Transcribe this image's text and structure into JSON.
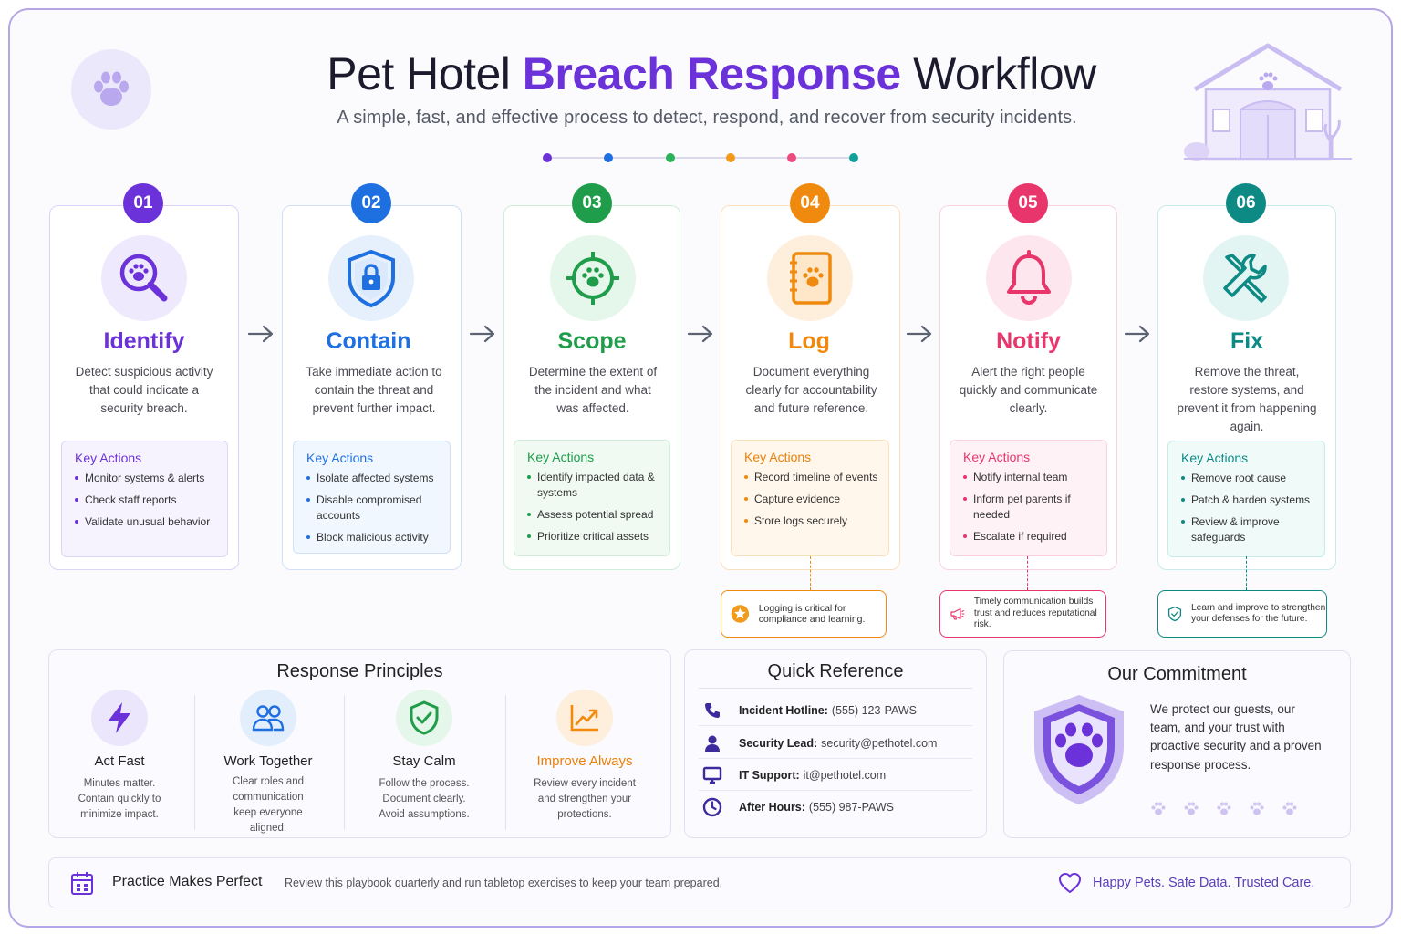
{
  "header": {
    "title_part1": "Pet Hotel ",
    "title_accent": "Breach Response",
    "title_part2": " Workflow",
    "subtitle": "A simple, fast, and effective process to detect, respond, and recover from security incidents."
  },
  "colors": {
    "purple": "#6b32d9",
    "blue": "#1e6fe0",
    "green": "#1f9d4a",
    "orange": "#f08a0f",
    "pink": "#e8356b",
    "teal": "#0e8a84"
  },
  "steps": [
    {
      "num": "01",
      "title": "Identify",
      "icon": "magnifier-paw-icon",
      "desc": "Detect suspicious activity that could indicate a security breach.",
      "actions_title": "Key Actions",
      "actions": [
        "Monitor systems & alerts",
        "Check staff reports",
        "Validate unusual behavior"
      ]
    },
    {
      "num": "02",
      "title": "Contain",
      "icon": "shield-lock-icon",
      "desc": "Take immediate action to contain the threat and prevent further impact.",
      "actions_title": "Key Actions",
      "actions": [
        "Isolate affected systems",
        "Disable compromised accounts",
        "Block malicious activity"
      ]
    },
    {
      "num": "03",
      "title": "Scope",
      "icon": "crosshair-paw-icon",
      "desc": "Determine the extent of the incident and what was affected.",
      "actions_title": "Key Actions",
      "actions": [
        "Identify impacted data & systems",
        "Assess potential spread",
        "Prioritize critical assets"
      ]
    },
    {
      "num": "04",
      "title": "Log",
      "icon": "notebook-paw-icon",
      "desc": "Document everything clearly for accountability and future reference.",
      "actions_title": "Key Actions",
      "actions": [
        "Record timeline of events",
        "Capture evidence",
        "Store logs securely"
      ]
    },
    {
      "num": "05",
      "title": "Notify",
      "icon": "bell-icon",
      "desc": "Alert the right people quickly and communicate clearly.",
      "actions_title": "Key Actions",
      "actions": [
        "Notify internal team",
        "Inform pet parents if needed",
        "Escalate if required"
      ]
    },
    {
      "num": "06",
      "title": "Fix",
      "icon": "tools-icon",
      "desc": "Remove the threat, restore systems, and prevent it from happening again.",
      "actions_title": "Key Actions",
      "actions": [
        "Remove root cause",
        "Patch & harden systems",
        "Review & improve safeguards"
      ]
    }
  ],
  "notes": {
    "log": "Logging is critical for compliance and learning.",
    "notify": "Timely communication builds trust and reduces reputational risk.",
    "fix": "Learn and improve to strengthen your defenses for the future."
  },
  "principles": {
    "title": "Response Principles",
    "items": [
      {
        "title": "Act Fast",
        "icon": "lightning-icon",
        "desc": "Minutes matter. Contain quickly to minimize impact."
      },
      {
        "title": "Work Together",
        "icon": "team-icon",
        "desc": "Clear roles and communication keep everyone aligned."
      },
      {
        "title": "Stay Calm",
        "icon": "shield-check-icon",
        "desc": "Follow the process. Document clearly. Avoid assumptions."
      },
      {
        "title": "Improve Always",
        "icon": "trend-up-icon",
        "desc": "Review every incident and strengthen your protections."
      }
    ]
  },
  "quick_reference": {
    "title": "Quick Reference",
    "rows": [
      {
        "label": "Incident Hotline:",
        "value": "(555) 123-PAWS",
        "icon": "phone-icon"
      },
      {
        "label": "Security Lead:",
        "value": "security@pethotel.com",
        "icon": "person-icon"
      },
      {
        "label": "IT Support:",
        "value": "it@pethotel.com",
        "icon": "monitor-icon"
      },
      {
        "label": "After Hours:",
        "value": "(555) 987-PAWS",
        "icon": "clock-icon"
      }
    ]
  },
  "commitment": {
    "title": "Our Commitment",
    "text": "We protect our guests, our team, and your trust with proactive security and a proven response process."
  },
  "footer": {
    "title": "Practice Makes Perfect",
    "text": "Review this playbook quarterly and run tabletop exercises to keep your team prepared.",
    "tagline": "Happy Pets. Safe Data. Trusted Care."
  }
}
